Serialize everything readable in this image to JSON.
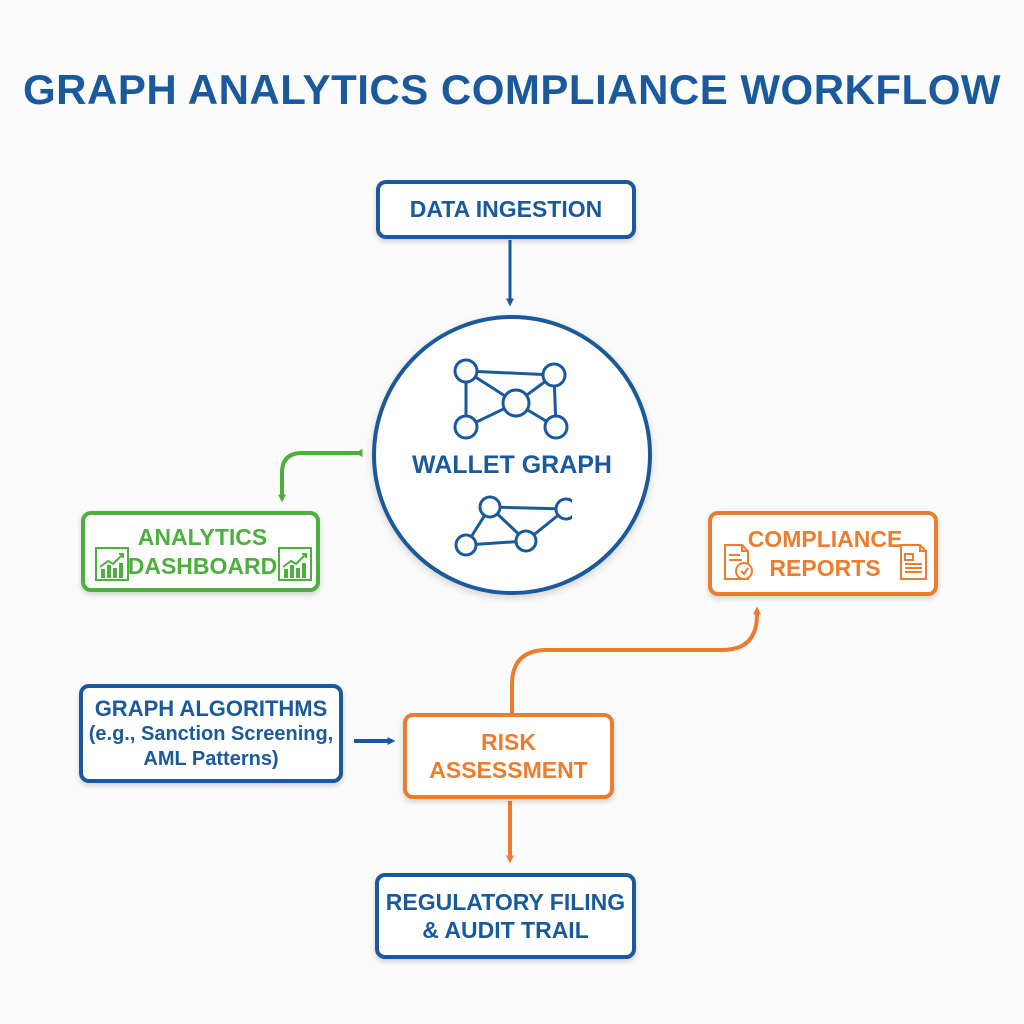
{
  "title": "GRAPH ANALYTICS COMPLIANCE WORKFLOW",
  "nodes": {
    "data_ingestion": {
      "label": "DATA INGESTION"
    },
    "wallet_graph": {
      "label": "WALLET GRAPH"
    },
    "analytics_dashboard": {
      "line1": "ANALYTICS",
      "line2": "DASHBOARD"
    },
    "compliance_reports": {
      "line1": "COMPLIANCE",
      "line2": "REPORTS"
    },
    "graph_algorithms": {
      "line1": "GRAPH ALGORITHMS",
      "line2": "(e.g., Sanction Screening,",
      "line3": "AML Patterns)"
    },
    "risk_assessment": {
      "line1": "RISK",
      "line2": "ASSESSMENT"
    },
    "regulatory_filing": {
      "line1": "REGULATORY FILING",
      "line2": "& AUDIT TRAIL"
    }
  },
  "edges": [
    {
      "from": "data_ingestion",
      "to": "wallet_graph",
      "color": "blue"
    },
    {
      "from": "wallet_graph",
      "to": "analytics_dashboard",
      "color": "green",
      "bidirectional": true
    },
    {
      "from": "graph_algorithms",
      "to": "risk_assessment",
      "color": "blue"
    },
    {
      "from": "risk_assessment",
      "to": "compliance_reports",
      "color": "orange"
    },
    {
      "from": "risk_assessment",
      "to": "regulatory_filing",
      "color": "orange"
    }
  ],
  "icons": {
    "network": "network-graph-icon",
    "dashboard": "bar-chart-icon",
    "report": "document-report-icon"
  },
  "colors": {
    "blue": "#1a5a9c",
    "green": "#4caf3e",
    "orange": "#ec7d2f"
  }
}
